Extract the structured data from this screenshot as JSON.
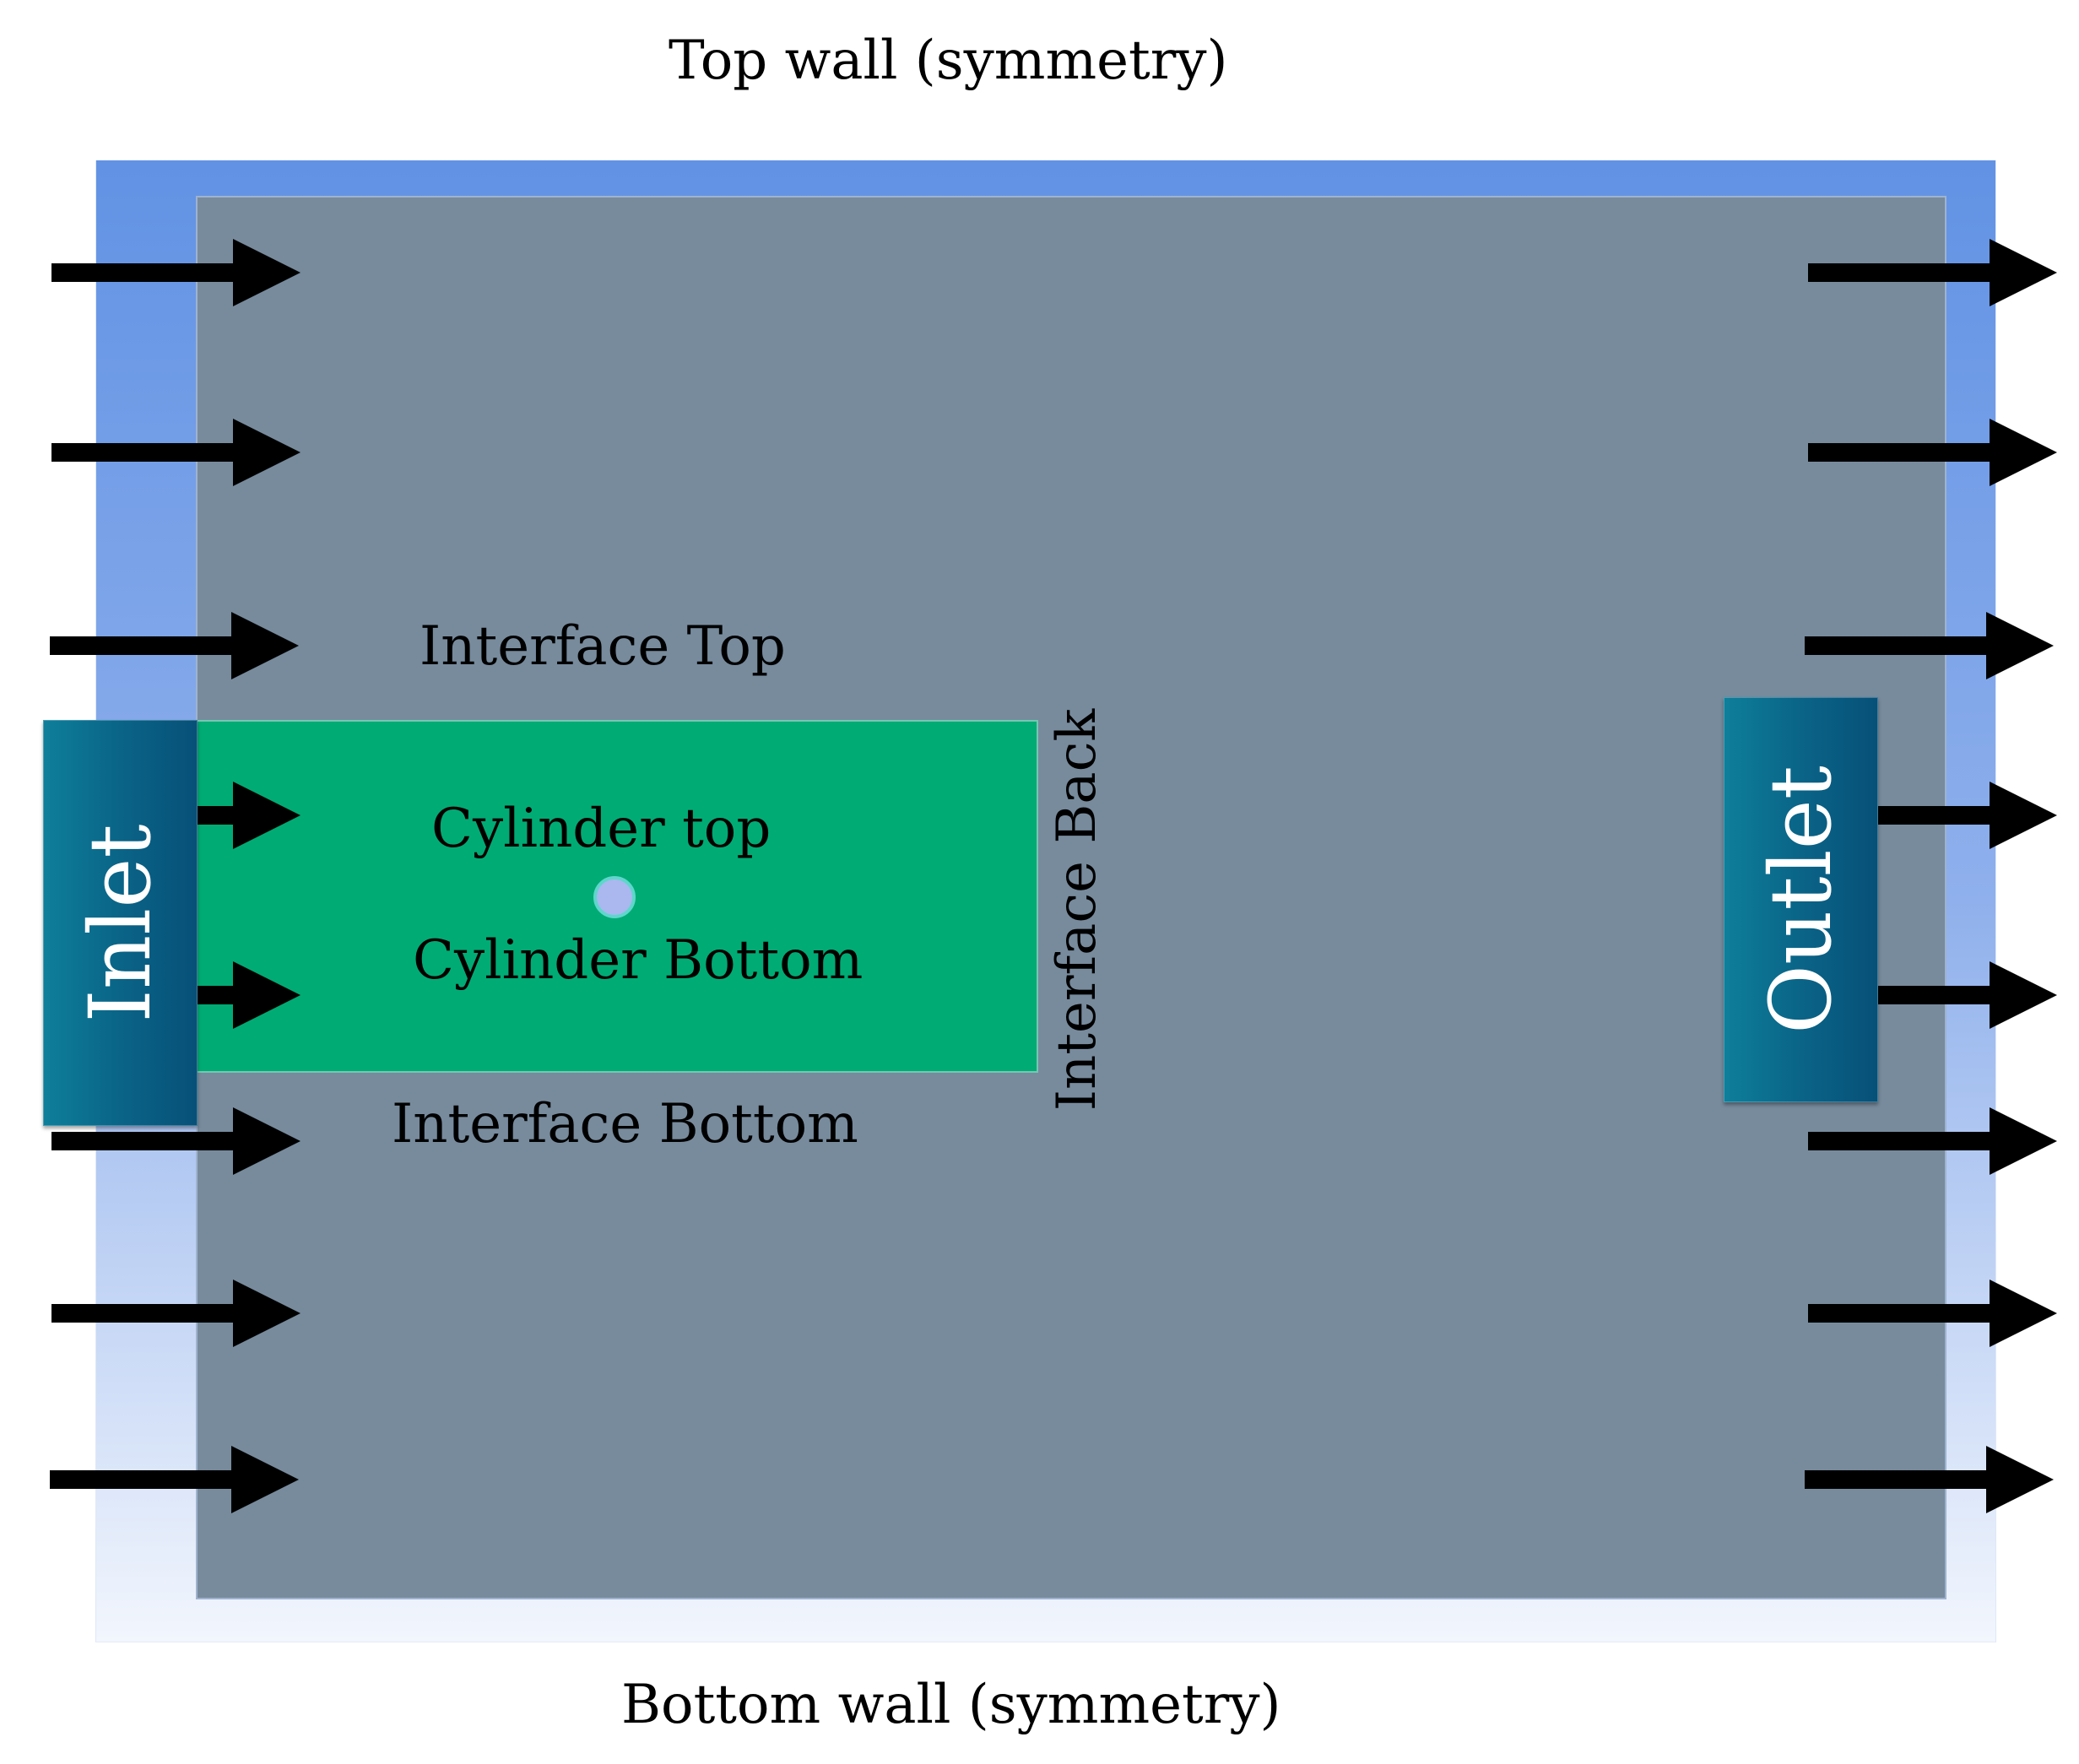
{
  "labels": {
    "top_wall": "Top wall (symmetry)",
    "bottom_wall": "Bottom wall (symmetry)",
    "interface_top": "Interface Top",
    "interface_bottom": "Interface Bottom",
    "interface_back": "Interface Back",
    "cylinder_top": "Cylinder top",
    "cylinder_bottom": "Cylinder Bottom",
    "inlet": "Inlet",
    "outlet": "Outlet"
  },
  "colors": {
    "domain_outer_top": "#6192e4",
    "domain_outer_bottom": "#f2f6fd",
    "domain_inner": "#778b9d",
    "cylinder_zone": "#00ab74",
    "cylinder": "#aab8ef",
    "boundary_box": "#0a6588",
    "arrow": "#000000"
  }
}
